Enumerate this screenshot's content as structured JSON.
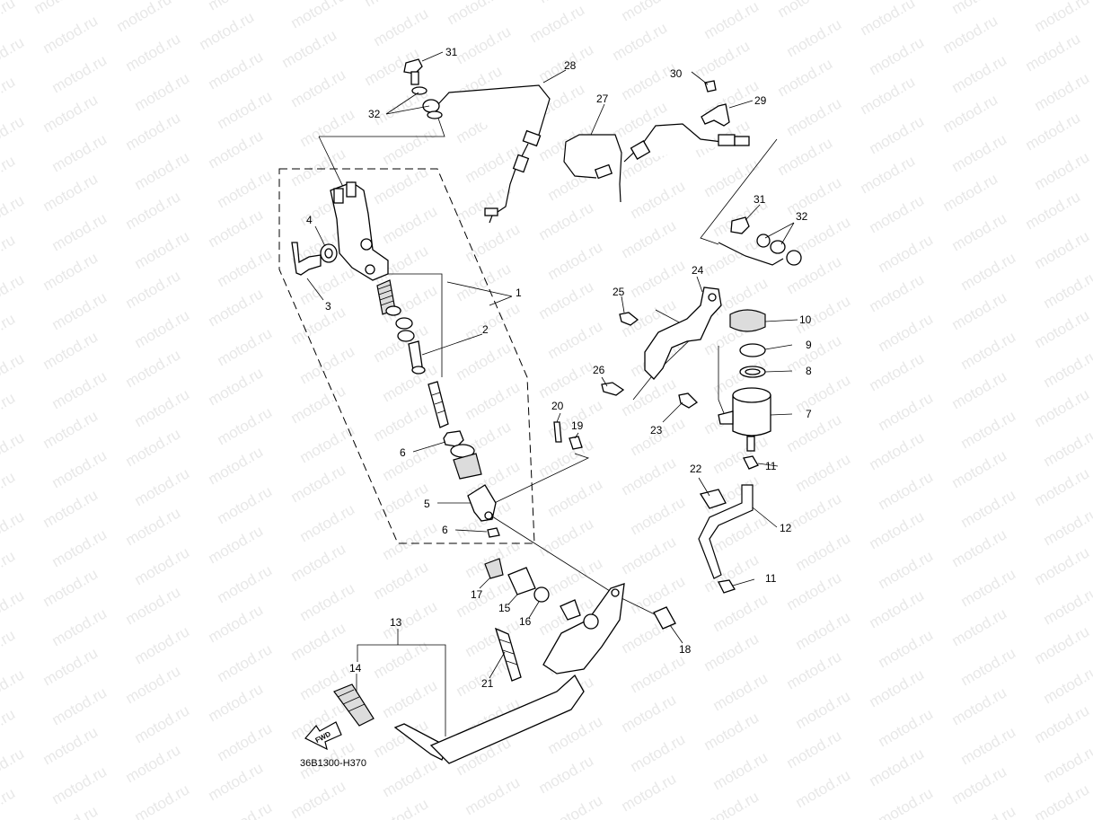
{
  "diagram": {
    "code": "36B1300-H370",
    "fwd_label": "FWD",
    "watermark": "motod.ru"
  },
  "callouts": [
    {
      "id": "c1",
      "text": "1"
    },
    {
      "id": "c2",
      "text": "2"
    },
    {
      "id": "c3",
      "text": "3"
    },
    {
      "id": "c4",
      "text": "4"
    },
    {
      "id": "c5",
      "text": "5"
    },
    {
      "id": "c6a",
      "text": "6"
    },
    {
      "id": "c6b",
      "text": "6"
    },
    {
      "id": "c7",
      "text": "7"
    },
    {
      "id": "c8",
      "text": "8"
    },
    {
      "id": "c9",
      "text": "9"
    },
    {
      "id": "c10",
      "text": "10"
    },
    {
      "id": "c11a",
      "text": "11"
    },
    {
      "id": "c11b",
      "text": "11"
    },
    {
      "id": "c12",
      "text": "12"
    },
    {
      "id": "c13",
      "text": "13"
    },
    {
      "id": "c14",
      "text": "14"
    },
    {
      "id": "c15",
      "text": "15"
    },
    {
      "id": "c16",
      "text": "16"
    },
    {
      "id": "c17",
      "text": "17"
    },
    {
      "id": "c18",
      "text": "18"
    },
    {
      "id": "c19",
      "text": "19"
    },
    {
      "id": "c20",
      "text": "20"
    },
    {
      "id": "c21",
      "text": "21"
    },
    {
      "id": "c22",
      "text": "22"
    },
    {
      "id": "c23",
      "text": "23"
    },
    {
      "id": "c24",
      "text": "24"
    },
    {
      "id": "c25",
      "text": "25"
    },
    {
      "id": "c26",
      "text": "26"
    },
    {
      "id": "c27",
      "text": "27"
    },
    {
      "id": "c28",
      "text": "28"
    },
    {
      "id": "c29",
      "text": "29"
    },
    {
      "id": "c30",
      "text": "30"
    },
    {
      "id": "c31a",
      "text": "31"
    },
    {
      "id": "c31b",
      "text": "31"
    },
    {
      "id": "c32a",
      "text": "32"
    },
    {
      "id": "c32b",
      "text": "32"
    }
  ]
}
